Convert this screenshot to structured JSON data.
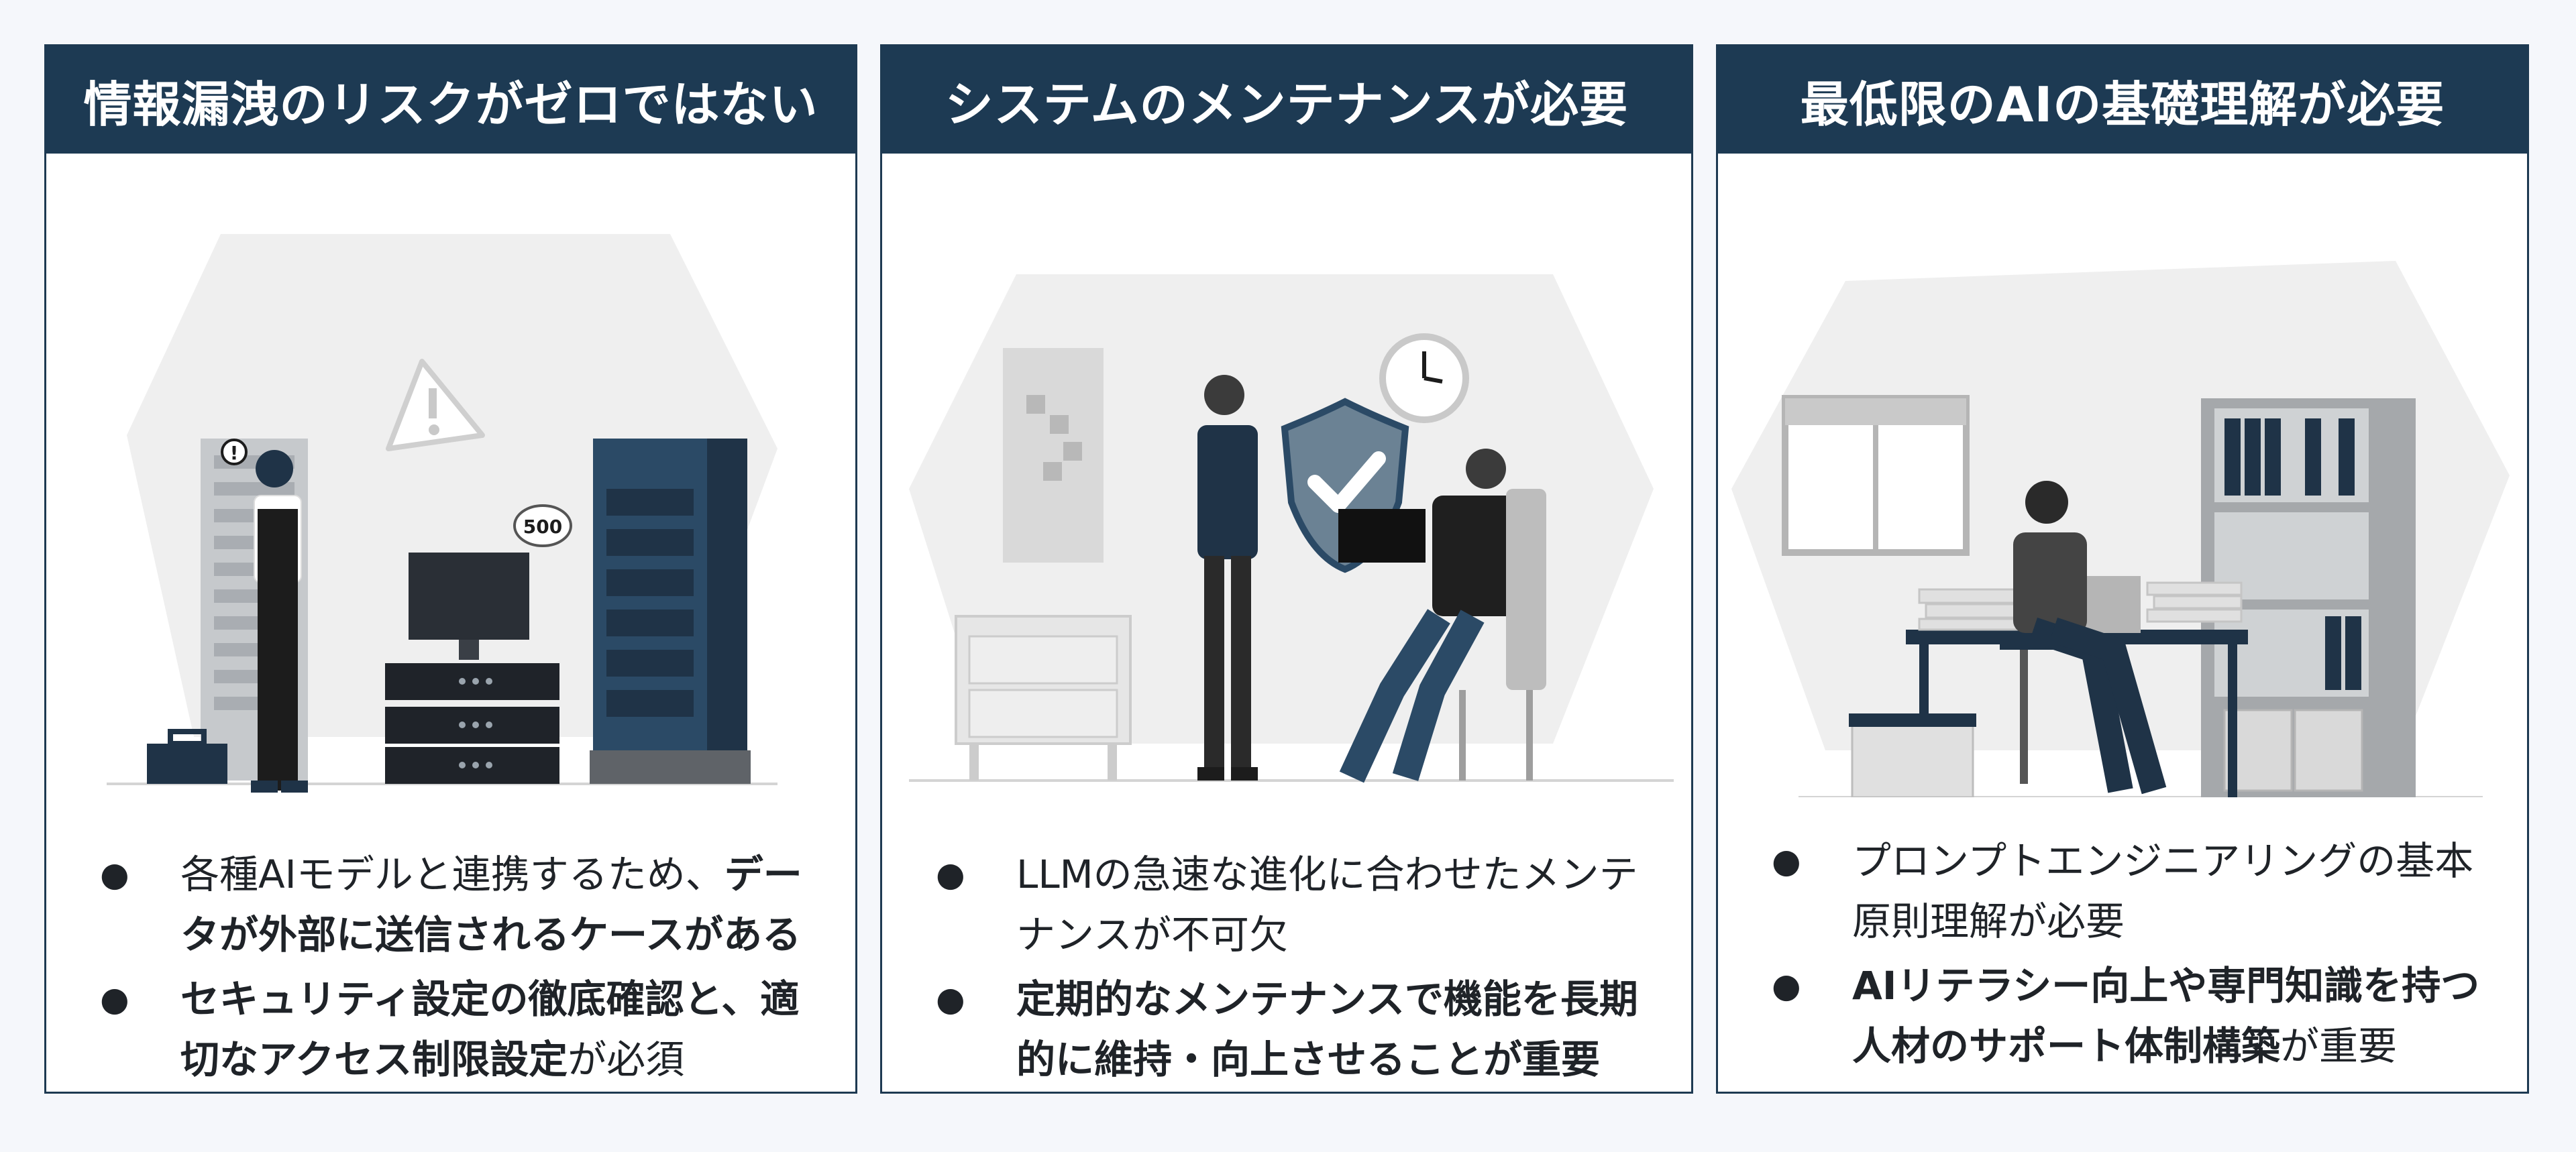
{
  "cards": [
    {
      "title": "情報漏洩のリスクがゼロではない",
      "speech_bubble": "500",
      "bullets": [
        {
          "plain": "各種AIモデルと連携するため、",
          "bold": "データが外部に送信されるケースがある",
          "tail": ""
        },
        {
          "plain": "",
          "bold": "セキュリティ設定の徹底確認と、適切なアクセス制限設定",
          "tail": "が必須"
        }
      ]
    },
    {
      "title": "システムのメンテナンスが必要",
      "bullets": [
        {
          "plain": "LLMの急速な進化に合わせたメンテナンスが不可欠",
          "bold": "",
          "tail": ""
        },
        {
          "plain": "",
          "bold": "定期的なメンテナンスで機能を長期的に維持・向上させることが重要",
          "tail": ""
        }
      ]
    },
    {
      "title": "最低限のAIの基礎理解が必要",
      "bullets": [
        {
          "plain": "プロンプトエンジニアリングの基本原則理解が必要",
          "bold": "",
          "tail": ""
        },
        {
          "plain": "",
          "bold": "AIリテラシー向上や専門知識を持つ人材のサポート体制構築",
          "tail": "が重要"
        }
      ]
    }
  ],
  "bullet_glyph": "●",
  "colors": {
    "header": "#1d3a53",
    "border": "#1e3a52",
    "navy": "#1f3347",
    "gray": "#a9adb2"
  }
}
